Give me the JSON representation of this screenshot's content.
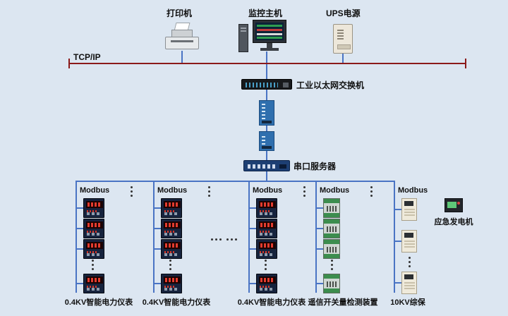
{
  "colors": {
    "background": "#dce6f1",
    "tcpip_line": "#8b1a1a",
    "modbus_line": "#4a74c4"
  },
  "network": {
    "tcpip_label": "TCP/IP"
  },
  "top_devices": {
    "printer": {
      "label": "打印机"
    },
    "monitor": {
      "label": "监控主机"
    },
    "ups": {
      "label": "UPS电源"
    }
  },
  "backbone": {
    "switch_label": "工业以太网交换机",
    "serial_server_label": "串口服务器"
  },
  "branches": [
    {
      "bus_label": "Modbus",
      "device_label": "0.4KV智能电力仪表"
    },
    {
      "bus_label": "Modbus",
      "device_label": "0.4KV智能电力仪表"
    },
    {
      "bus_label": "Modbus",
      "device_label": "0.4KV智能电力仪表"
    },
    {
      "bus_label": "Modbus",
      "device_label": "遥信开关量检测装置"
    },
    {
      "bus_label": "Modbus",
      "device_label": "10KV综保"
    }
  ],
  "generator": {
    "label": "应急发电机"
  }
}
